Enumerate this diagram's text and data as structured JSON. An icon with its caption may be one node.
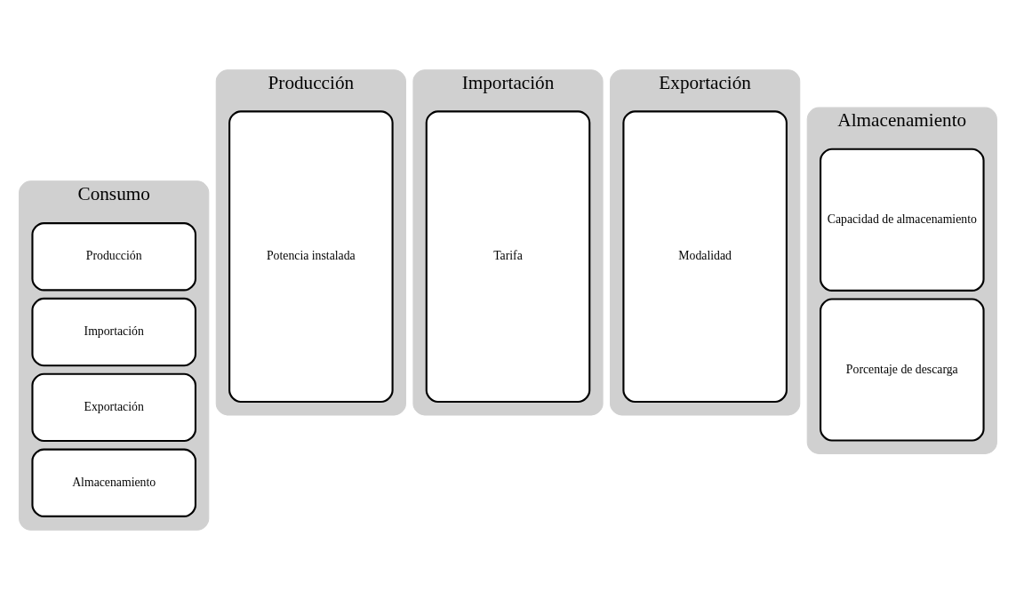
{
  "diagram": {
    "nodes": [
      {
        "text": [
          "Consumo"
        ]
      },
      {
        "text": [
          "Producción"
        ],
        "in": 0
      },
      {
        "text": [
          "Importación"
        ],
        "in": 0
      },
      {
        "text": [
          "Exportación"
        ],
        "in": 0
      },
      {
        "text": [
          "Almacenamiento"
        ],
        "in": 0
      },
      {
        "text": [
          "Producción"
        ]
      },
      {
        "text": [
          "Potencia instalada"
        ],
        "in": 5
      },
      {
        "text": [
          "Importación"
        ]
      },
      {
        "text": [
          "Tarifa"
        ],
        "in": 7
      },
      {
        "text": [
          "Exportación"
        ]
      },
      {
        "text": [
          "Modalidad"
        ],
        "in": 9
      },
      {
        "text": [
          "Almacenamiento"
        ]
      },
      {
        "text": [
          "Capacidad de almacenamiento"
        ],
        "in": 11
      },
      {
        "text": [
          "Porcentaje de descarga"
        ],
        "in": 11
      }
    ]
  }
}
